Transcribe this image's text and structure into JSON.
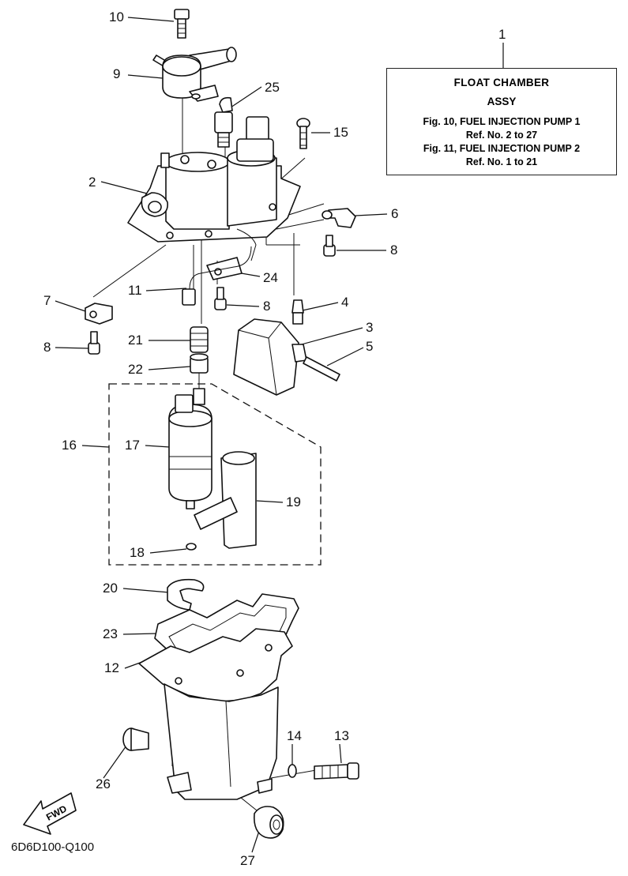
{
  "title_box": {
    "line1": "FLOAT CHAMBER",
    "line2": "ASSY",
    "refs": [
      "Fig. 10, FUEL INJECTION PUMP 1",
      "Ref. No. 2 to 27",
      "Fig. 11, FUEL INJECTION PUMP 2",
      "Ref. No. 1 to 21"
    ]
  },
  "diagram_code": "6D6D100-Q100",
  "fwd_label": "FWD",
  "callouts": {
    "c1": "1",
    "c2": "2",
    "c3": "3",
    "c4": "4",
    "c5": "5",
    "c6": "6",
    "c7": "7",
    "c8a": "8",
    "c8b": "8",
    "c8c": "8",
    "c9": "9",
    "c10": "10",
    "c11": "11",
    "c12": "12",
    "c13": "13",
    "c14": "14",
    "c15": "15",
    "c16": "16",
    "c17": "17",
    "c18": "18",
    "c19": "19",
    "c20": "20",
    "c21": "21",
    "c22": "22",
    "c23": "23",
    "c24": "24",
    "c25": "25",
    "c26": "26",
    "c27": "27"
  }
}
